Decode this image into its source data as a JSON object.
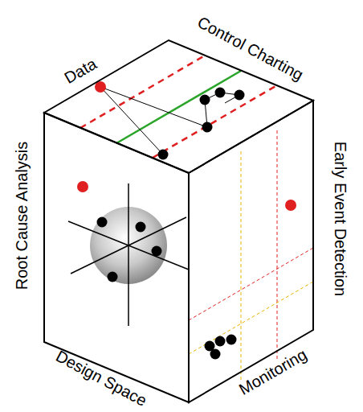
{
  "diagram": {
    "labels": [
      "Data",
      "Control Charting",
      "Root Cause Analysis",
      "Early Event Detection",
      "Design Space",
      "Monitoring"
    ]
  }
}
